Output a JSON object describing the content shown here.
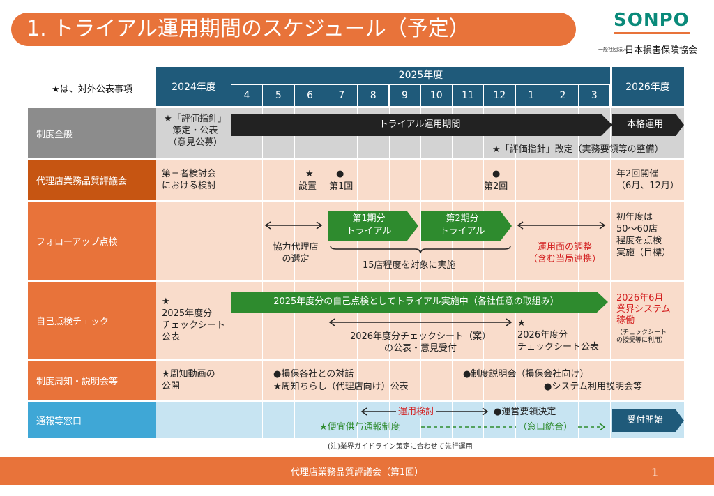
{
  "title": "1. トライアル運用期間のスケジュール（予定）",
  "logo": {
    "main": "SONPO",
    "small": "一般社団法人",
    "sub": "日本損害保険協会"
  },
  "header": {
    "legend": "★は、対外公表事項",
    "fy2024": "2024年度",
    "fy2025": "2025年度",
    "fy2026": "2026年度",
    "months": [
      "4",
      "5",
      "6",
      "7",
      "8",
      "9",
      "10",
      "11",
      "12",
      "1",
      "2",
      "3"
    ]
  },
  "rows": [
    {
      "label": "制度全般",
      "color": "#8c8c8c"
    },
    {
      "label": "代理店業務品質評議会",
      "color": "#c65512"
    },
    {
      "label": "フォローアップ点検",
      "color": "#e8733a"
    },
    {
      "label": "自己点検チェック",
      "color": "#e8733a"
    },
    {
      "label": "制度周知・説明会等",
      "color": "#e8733a"
    },
    {
      "label": "通報等窓口",
      "color": "#3fa7d6"
    }
  ],
  "r1": {
    "c2024": [
      "★「評価指針」",
      "策定・公表",
      "（意見公募）"
    ],
    "bar": "トライアル運用期間",
    "c2026": "本格運用",
    "revise": "★「評価指針」改定（実務要領等の整備）"
  },
  "r2": {
    "c2024": [
      "第三者検討会",
      "における検討"
    ],
    "setup_star": "★",
    "setup": "設置",
    "first_dot": "●",
    "first": "第1回",
    "second_dot": "●",
    "second": "第2回",
    "c2026": [
      "年2回開催",
      "（6月、12月）"
    ]
  },
  "r3": {
    "select": [
      "協力代理店",
      "の選定"
    ],
    "trial1": [
      "第1期分",
      "トライアル"
    ],
    "trial2": [
      "第2期分",
      "トライアル"
    ],
    "adjust": [
      "運用面の調整",
      "（含む当局連携）"
    ],
    "target": "15店程度を対象に実施",
    "c2026": [
      "初年度は",
      "50～60店",
      "程度を点検",
      "実施（目標）"
    ]
  },
  "r4": {
    "c2024": [
      "★",
      "2025年度分",
      "チェックシート",
      "公表"
    ],
    "bar": "2025年度分の自己点検としてトライアル実施中（各社任意の取組み）",
    "draft": [
      "2026年度分チェックシート（案）",
      "の公表・意見受付"
    ],
    "publish": [
      "★",
      "2026年度分",
      "チェックシート公表"
    ],
    "c2026_red": [
      "2026年6月",
      "業界システム",
      "稼働"
    ],
    "c2026_note": [
      "（チェックシート",
      "の授受等に利用）"
    ]
  },
  "r5": {
    "c2024": [
      "★周知動画の",
      "公開"
    ],
    "dialogue": "●損保各社との対話",
    "flyer": "★周知ちらし（代理店向け）公表",
    "briefing": "●制度説明会（損保会社向け）",
    "system": "●システム利用説明会等"
  },
  "r6": {
    "study": "運用検討",
    "decide": "●運営要領決定",
    "benefit": "★便宜供与通報制度",
    "unify": "（窓口統合）",
    "c2026": "受付開始"
  },
  "note": "(注)業界ガイドライン策定に合わせて先行運用",
  "footer": "代理店業務品質評議会（第1回）",
  "page": "1",
  "colors": {
    "orange": "#e8733a",
    "navy": "#1f5a7a",
    "green": "#2e8b2e",
    "red": "#d32020",
    "dark_bar": "#222222"
  }
}
